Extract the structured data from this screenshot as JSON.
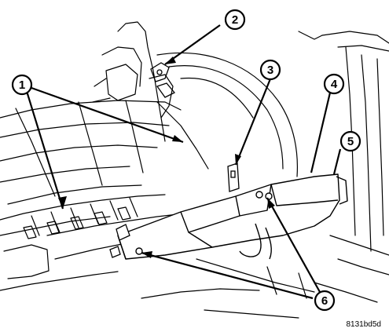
{
  "callouts": [
    {
      "id": "1",
      "label": "1"
    },
    {
      "id": "2",
      "label": "2"
    },
    {
      "id": "3",
      "label": "3"
    },
    {
      "id": "4",
      "label": "4"
    },
    {
      "id": "5",
      "label": "5"
    },
    {
      "id": "6",
      "label": "6"
    }
  ],
  "figure_code": "8131bd5d",
  "colors": {
    "line": "#000000",
    "background": "#ffffff"
  }
}
